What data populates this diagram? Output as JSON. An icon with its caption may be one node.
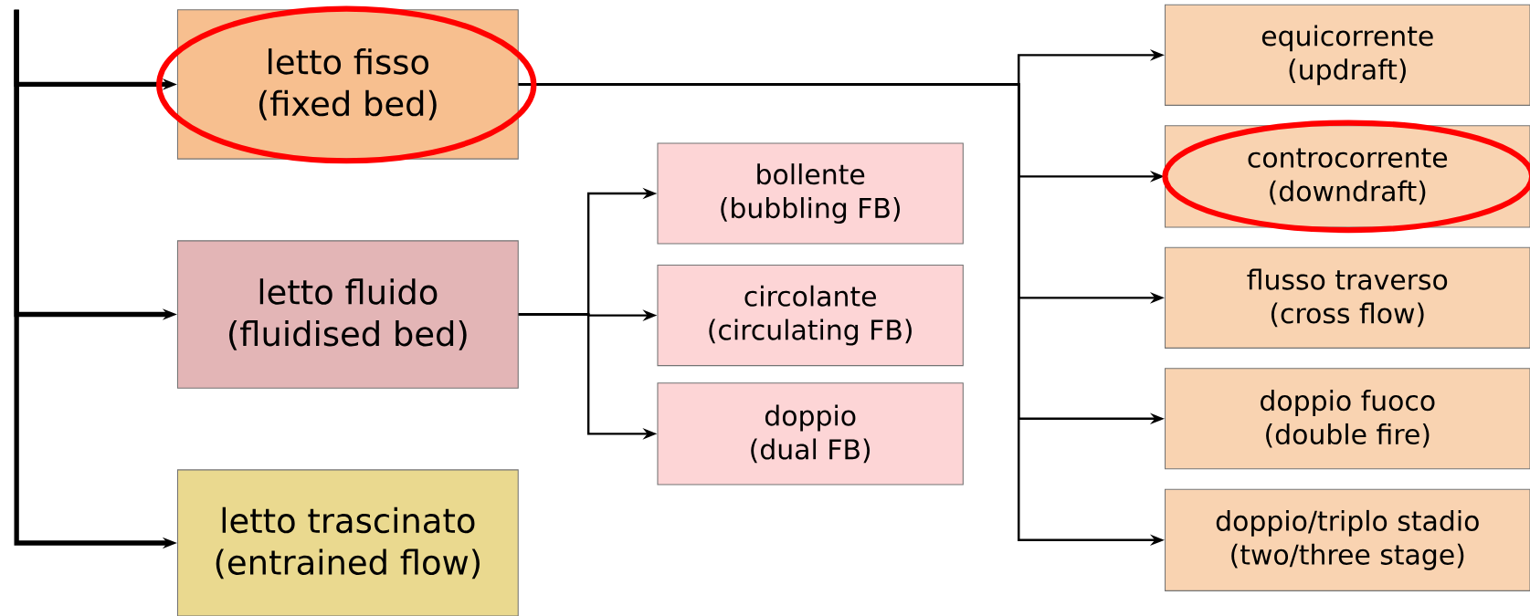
{
  "diagram": {
    "nodes": [
      {
        "text": [
          "letto fisso",
          "(fixed bed)"
        ]
      },
      {
        "text": [
          "letto fluido",
          "(fluidised bed)"
        ]
      },
      {
        "text": [
          "letto trascinato",
          "(entrained flow)"
        ]
      },
      {
        "text": [
          "bollente",
          "(bubbling FB)"
        ]
      },
      {
        "text": [
          "circolante",
          "(circulating FB)"
        ]
      },
      {
        "text": [
          "doppio",
          "(dual FB)"
        ]
      },
      {
        "text": [
          "equicorrente",
          "(updraft)"
        ]
      },
      {
        "text": [
          "controcorrente",
          "(downdraft)"
        ]
      },
      {
        "text": [
          "flusso traverso",
          "(cross flow)"
        ]
      },
      {
        "text": [
          "doppio fuoco",
          "(double fire)"
        ]
      },
      {
        "text": [
          "doppio/triplo stadio",
          "(two/three stage)"
        ]
      }
    ],
    "edges": [
      {
        "from": null,
        "to": 0,
        "arrow": "to",
        "style": "thick"
      },
      {
        "from": null,
        "to": 1,
        "arrow": "to",
        "style": "thick"
      },
      {
        "from": null,
        "to": 2,
        "arrow": "to",
        "style": "thick"
      },
      {
        "from": 1,
        "to": 3,
        "arrow": "to"
      },
      {
        "from": 1,
        "to": 4,
        "arrow": "to"
      },
      {
        "from": 1,
        "to": 5,
        "arrow": "to"
      },
      {
        "from": 0,
        "to": 6,
        "arrow": "to"
      },
      {
        "from": 0,
        "to": 7,
        "arrow": "to"
      },
      {
        "from": 0,
        "to": 8,
        "arrow": "to"
      },
      {
        "from": 0,
        "to": 9,
        "arrow": "to"
      },
      {
        "from": 0,
        "to": 10,
        "arrow": "to"
      }
    ]
  }
}
